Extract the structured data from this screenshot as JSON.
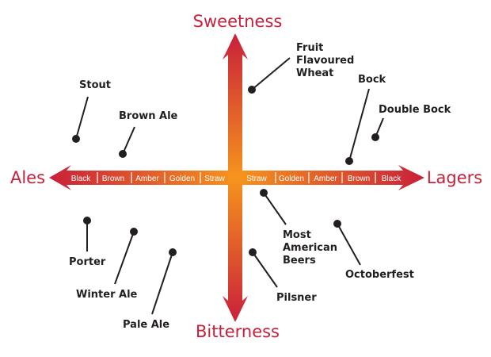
{
  "axis_titles": {
    "top": "Sweetness",
    "bottom": "Bitterness",
    "left": "Ales",
    "right": "Lagers"
  },
  "colors": {
    "axis_red": "#c8203a",
    "axis_orange": "#f7941d",
    "label": "#231f20",
    "divider": "#ffffff"
  },
  "ale_colors": [
    "Black",
    "Brown",
    "Amber",
    "Golden",
    "Straw"
  ],
  "lager_colors": [
    "Straw",
    "Golden",
    "Amber",
    "Brown",
    "Black"
  ],
  "beers": {
    "fruit": [
      "Fruit",
      "Flavoured",
      "Wheat"
    ],
    "stout": [
      "Stout"
    ],
    "brown_ale": [
      "Brown Ale"
    ],
    "bock": [
      "Bock"
    ],
    "double_bock": [
      "Double Bock"
    ],
    "most_american": [
      "Most",
      "American",
      "Beers"
    ],
    "octoberfest": [
      "Octoberfest"
    ],
    "porter": [
      "Porter"
    ],
    "winter_ale": [
      "Winter Ale"
    ],
    "pale_ale": [
      "Pale Ale"
    ],
    "pilsner": [
      "Pilsner"
    ]
  }
}
